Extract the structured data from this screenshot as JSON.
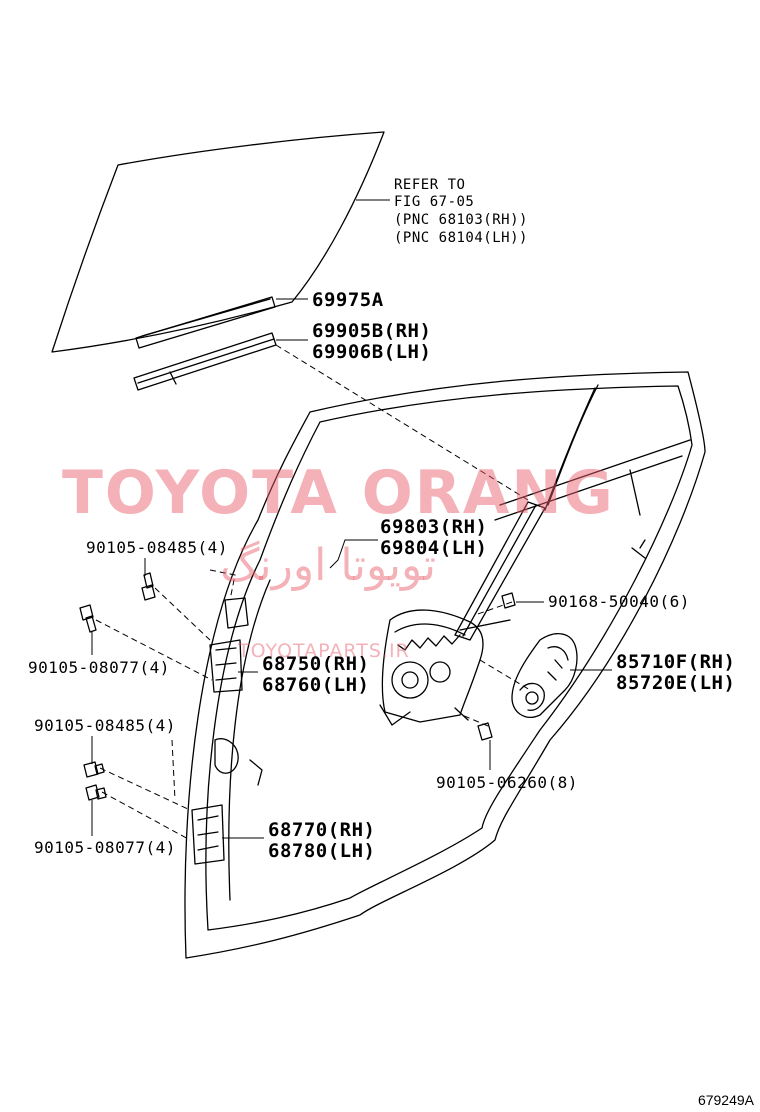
{
  "refer_note": {
    "line1": "REFER TO",
    "line2": "FIG 67-05",
    "line3": "(PNC 68103(RH))",
    "line4": "(PNC 68104(LH))"
  },
  "callouts": {
    "p69975A": "69975A",
    "p69905B": "69905B(RH)",
    "p69906B": "69906B(LH)",
    "p69803": "69803(RH)",
    "p69804": "69804(LH)",
    "p68750": "68750(RH)",
    "p68760": "68760(LH)",
    "p85710F": "85710F(RH)",
    "p85720E": "85720E(LH)",
    "p68770": "68770(RH)",
    "p68780": "68780(LH)",
    "b90105_08485_a": "90105-08485(4)",
    "b90105_08077_a": "90105-08077(4)",
    "b90105_08485_b": "90105-08485(4)",
    "b90105_08077_b": "90105-08077(4)",
    "b90168_50040": "90168-50040(6)",
    "b90105_06260": "90105-06260(8)"
  },
  "watermark": {
    "main": "TOYOTA ORANG",
    "arabic": "تويوتا اورنگ",
    "sub": "TOYOTAPARTS.IR"
  },
  "figure_code": "679249A",
  "colors": {
    "line": "#000000",
    "watermark": "#e85c68"
  }
}
